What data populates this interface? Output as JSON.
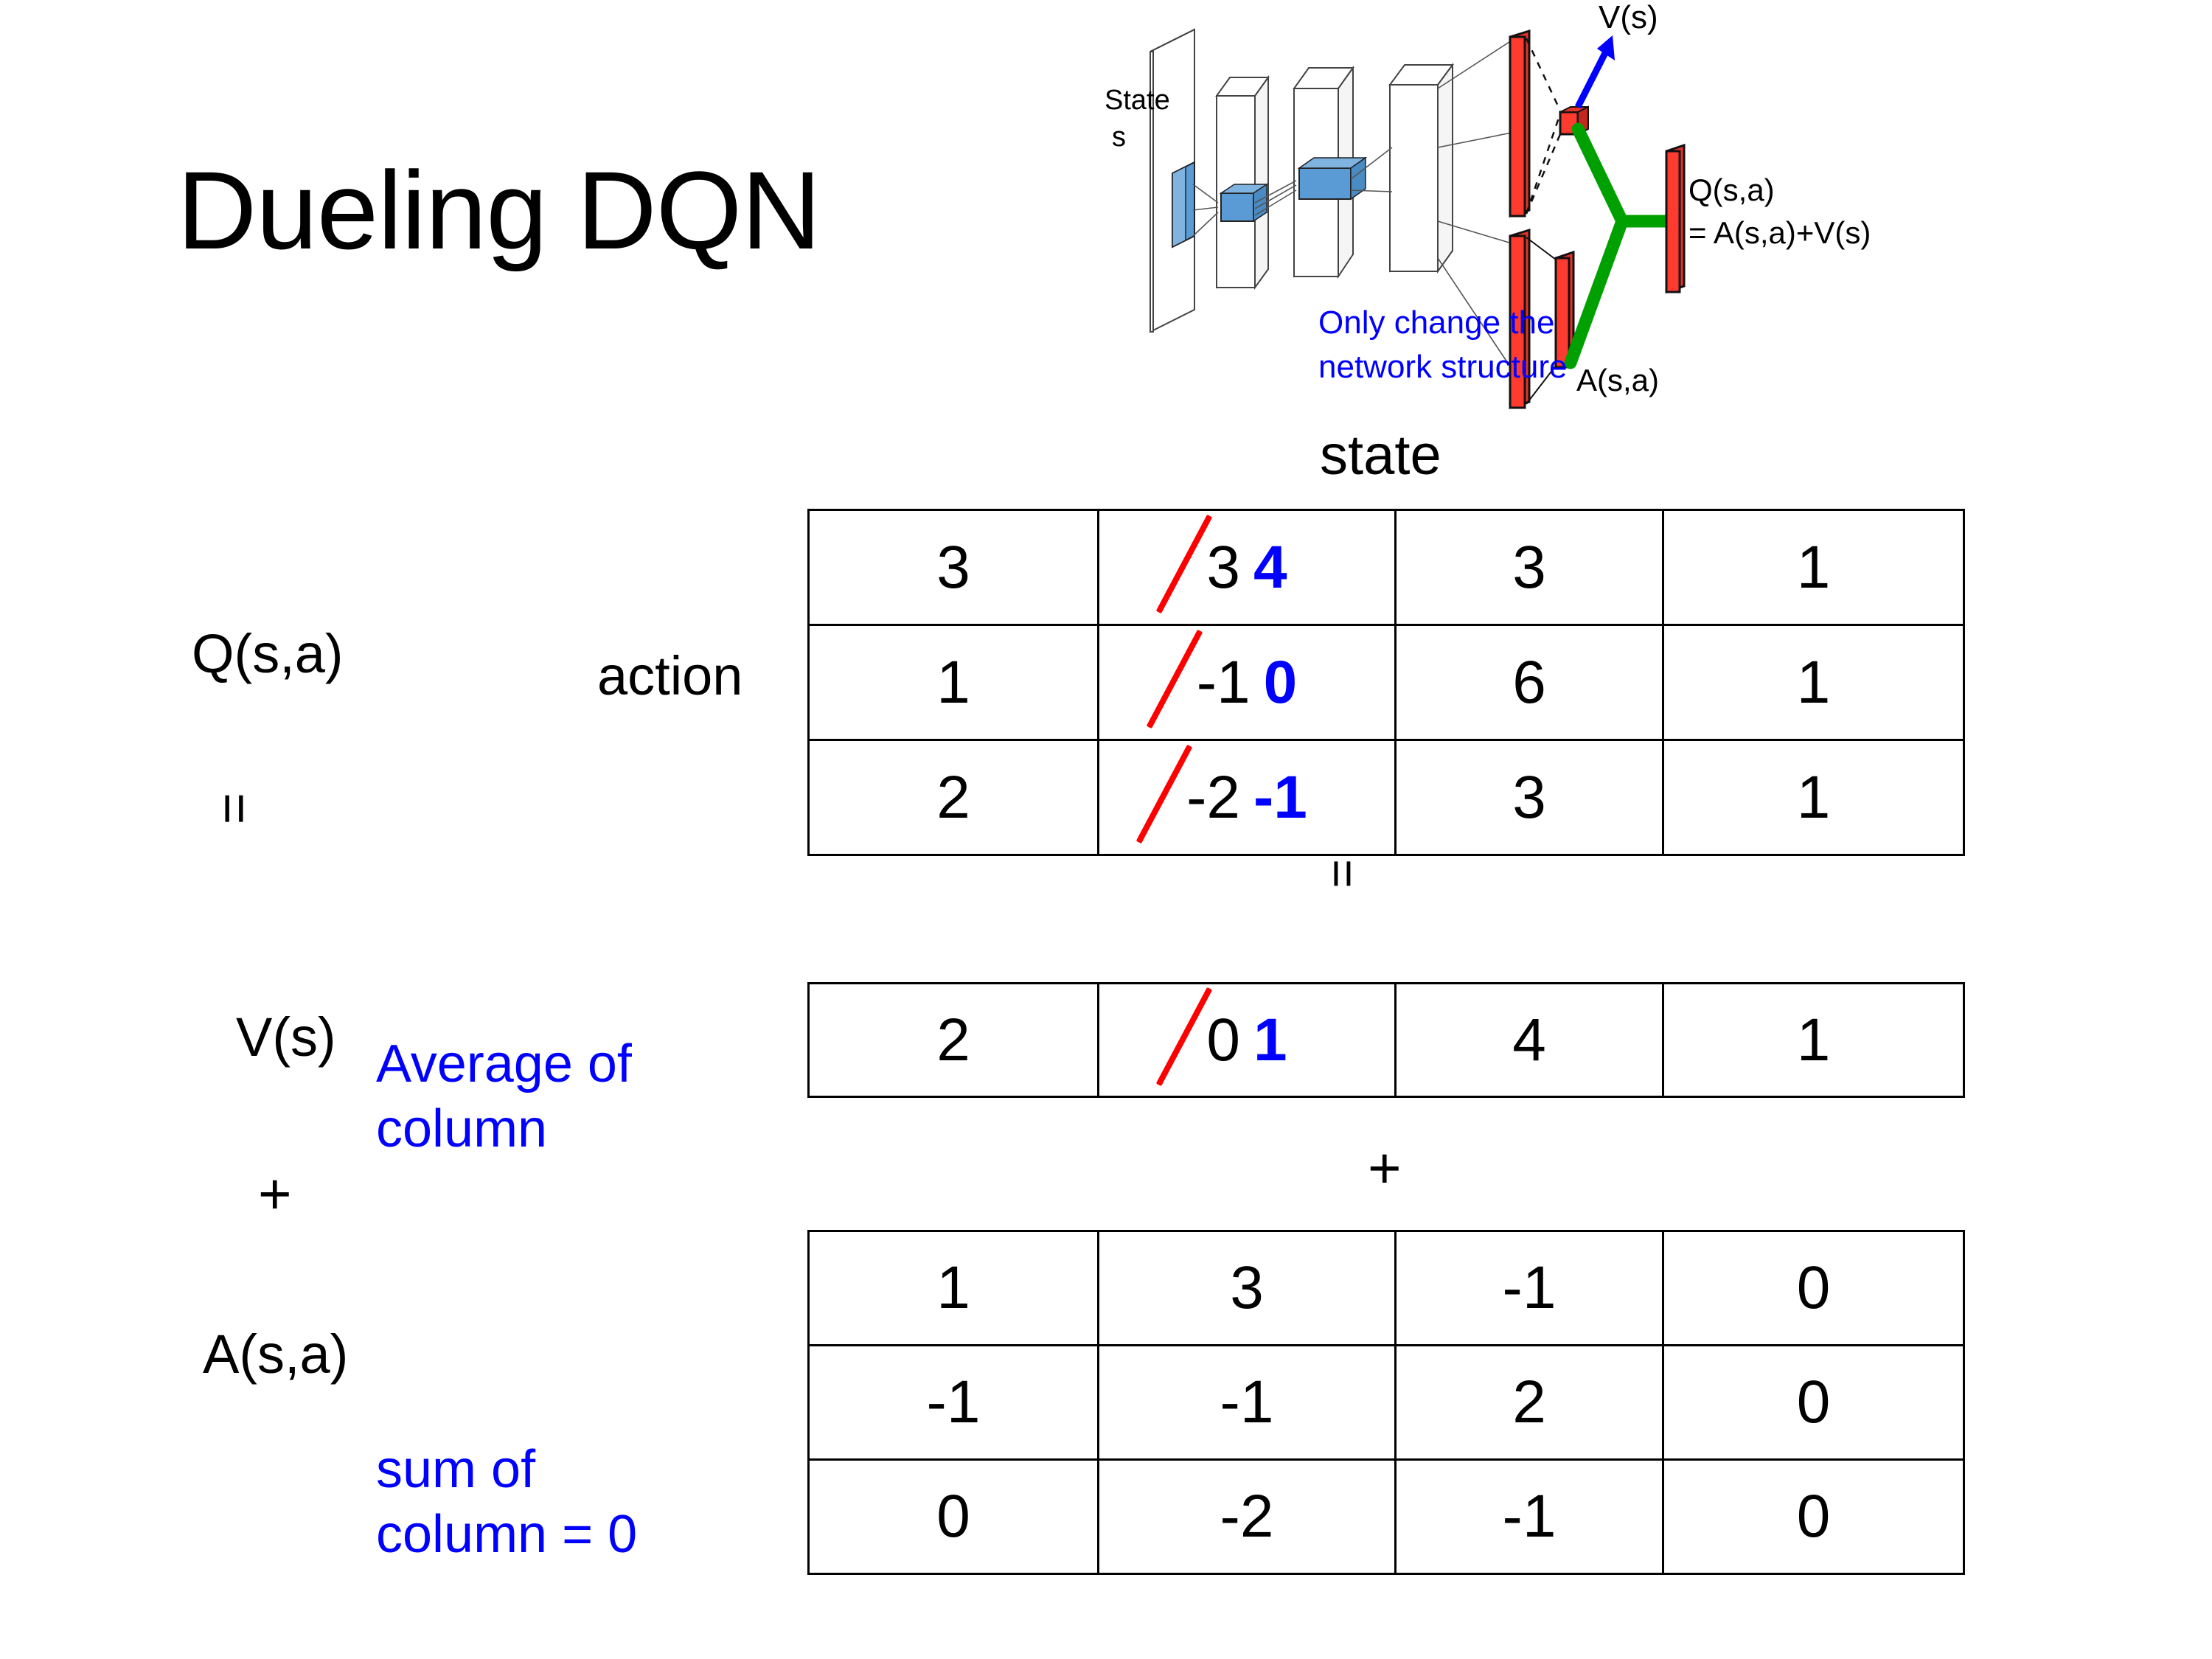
{
  "slide": {
    "title": "Dueling DQN"
  },
  "diagram": {
    "state_label": "State",
    "state_sub": "s",
    "note_line1": "Only change the",
    "note_line2": "network structure",
    "v_label": "V(s)",
    "a_label": "A(s,a)",
    "q_label_line1": "Q(s,a)",
    "q_label_line2": "= A(s,a)+V(s)",
    "note_color": "#0000ff",
    "block_color": "#ff0000",
    "conv_color": "#5b9bd5",
    "merge_color": "#00a000",
    "arrow_color": "#0000ff"
  },
  "labels": {
    "state": "state",
    "action": "action",
    "q": "Q(s,a)",
    "v": "V(s)",
    "a": "A(s,a)",
    "equals_top": "=",
    "equals_mid": "=",
    "plus_left": "+",
    "plus_mid": "+",
    "avg_note": "Average of column",
    "sum_note": "sum of column = 0",
    "note_color": "#0000ff"
  },
  "chart_data": {
    "type": "table",
    "title": "Dueling DQN value decomposition Q(s,a) = V(s) + A(s,a)",
    "xlabel": "state",
    "ylabel": "action",
    "tables": [
      {
        "name": "Q(s,a)",
        "rows": 3,
        "cols": 4,
        "values": [
          [
            "3",
            "3",
            "3",
            "1"
          ],
          [
            "1",
            "-1",
            "6",
            "1"
          ],
          [
            "2",
            "-2",
            "3",
            "1"
          ]
        ],
        "edits": [
          {
            "row": 0,
            "col": 1,
            "old": "3",
            "new": "4"
          },
          {
            "row": 1,
            "col": 1,
            "old": "-1",
            "new": "0"
          },
          {
            "row": 2,
            "col": 1,
            "old": "-2",
            "new": "-1"
          }
        ]
      },
      {
        "name": "V(s)",
        "rows": 1,
        "cols": 4,
        "values": [
          [
            "2",
            "0",
            "4",
            "1"
          ]
        ],
        "edits": [
          {
            "row": 0,
            "col": 1,
            "old": "0",
            "new": "1"
          }
        ]
      },
      {
        "name": "A(s,a)",
        "rows": 3,
        "cols": 4,
        "values": [
          [
            "1",
            "3",
            "-1",
            "0"
          ],
          [
            "-1",
            "-1",
            "2",
            "0"
          ],
          [
            "0",
            "-2",
            "-1",
            "0"
          ]
        ],
        "edits": []
      }
    ],
    "edit_old_color": "#000000",
    "edit_strike_color": "#ff0000",
    "edit_new_color": "#0000ff"
  }
}
